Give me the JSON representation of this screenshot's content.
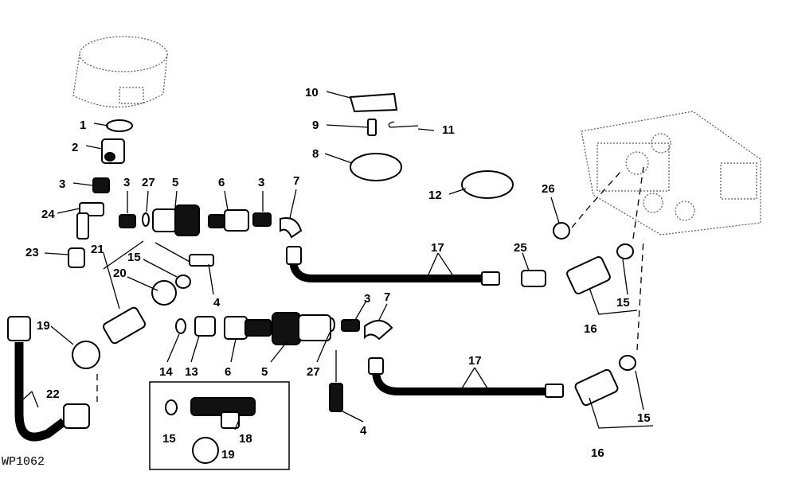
{
  "figure_code": "WP1062",
  "callouts": {
    "c1": "1",
    "c2": "2",
    "c3a": "3",
    "c3b": "3",
    "c3c": "3",
    "c3d": "3",
    "c4a": "4",
    "c4b": "4",
    "c5a": "5",
    "c5b": "5",
    "c6a": "6",
    "c6b": "6",
    "c7a": "7",
    "c7b": "7",
    "c8": "8",
    "c9": "9",
    "c10": "10",
    "c11": "11",
    "c12": "12",
    "c13": "13",
    "c14": "14",
    "c15a": "15",
    "c15b": "15",
    "c15c": "15",
    "c15d": "15",
    "c16a": "16",
    "c16b": "16",
    "c17a": "17",
    "c17b": "17",
    "c18": "18",
    "c19a": "19",
    "c19b": "19",
    "c20": "20",
    "c21": "21",
    "c22": "22",
    "c23": "23",
    "c24": "24",
    "c25": "25",
    "c26": "26",
    "c27a": "27",
    "c27b": "27"
  }
}
